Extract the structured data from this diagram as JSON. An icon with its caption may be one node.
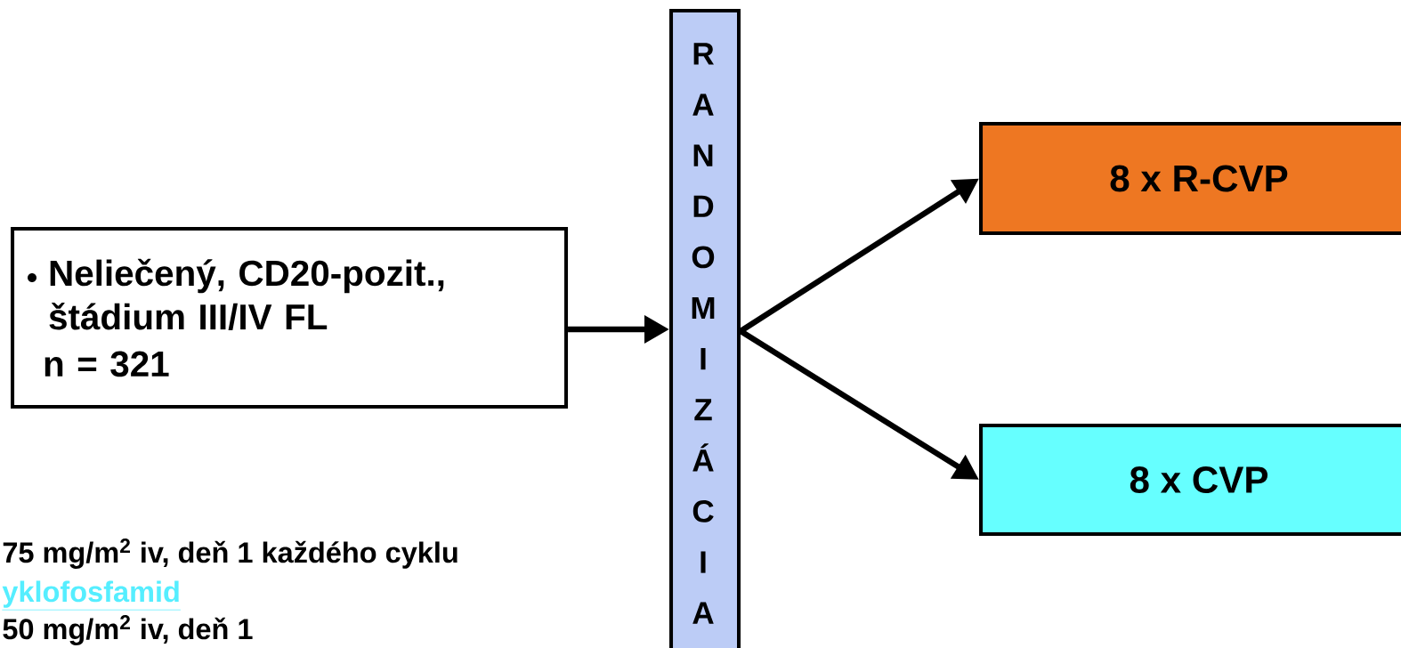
{
  "diagram": {
    "nodes": [
      {
        "text": [
          "Neliečený, CD20-pozit., štádium III/IV FL",
          "n = 321"
        ]
      },
      {
        "text": [
          "RANDOMIZÁCIA"
        ]
      },
      {
        "text": [
          "8 x R-CVP"
        ]
      },
      {
        "text": [
          "8 x CVP"
        ]
      }
    ],
    "edges": [
      {
        "from": 0,
        "to": 1,
        "arrow": "to"
      },
      {
        "from": 1,
        "to": 2,
        "arrow": "to"
      },
      {
        "from": 1,
        "to": 3,
        "arrow": "to"
      }
    ],
    "labels": [
      "75 mg/m$^{2}$ iv, deň 1 každého cyklu",
      "yklofosfamid",
      "50 mg/m$^{2}$ iv, deň 1"
    ]
  }
}
